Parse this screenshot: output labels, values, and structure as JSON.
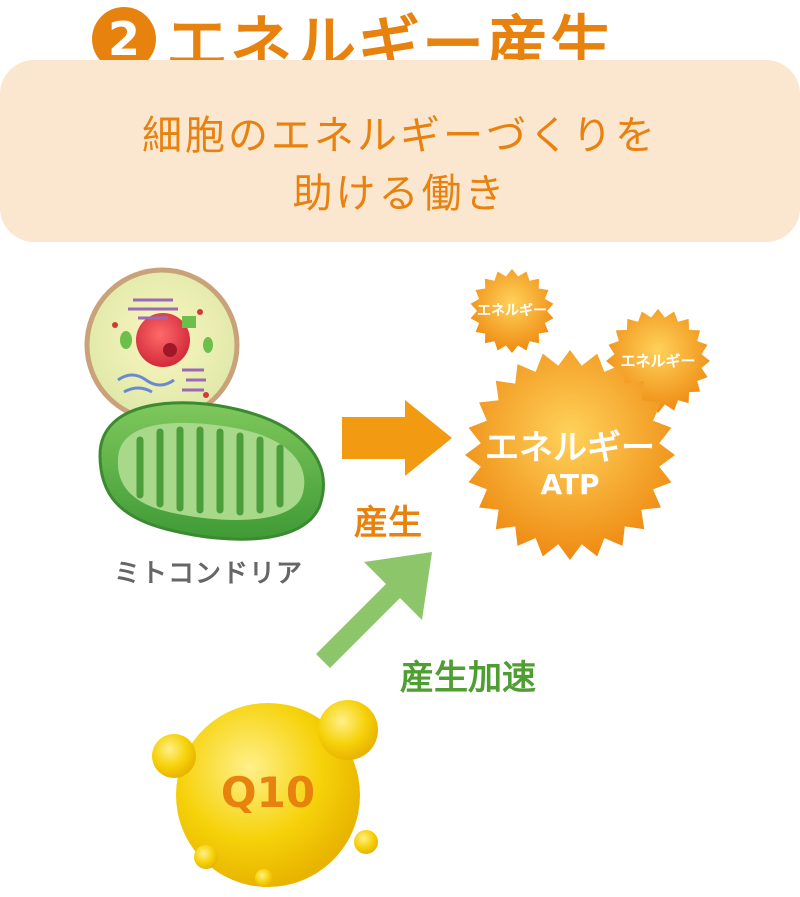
{
  "header": {
    "number": "2",
    "title": "エネルギー産生"
  },
  "subtitle": {
    "line1": "細胞のエネルギーづくりを",
    "line2": "助ける働き"
  },
  "diagram": {
    "mitochondria_label": "ミトコンドリア",
    "produce_label": "産生",
    "accelerate_label": "産生加速",
    "energy_small_1": "エネルギー",
    "energy_small_2": "エネルギー",
    "energy_main": "エネルギー",
    "energy_main_sub": "ATP",
    "coq10_label": "Q10"
  },
  "colors": {
    "orange": "#e8820f",
    "green": "#6fb84a",
    "light_green": "#8cc56a",
    "yellow": "#f5c800",
    "peach": "#fbe6d0",
    "gray_text": "#666666"
  }
}
